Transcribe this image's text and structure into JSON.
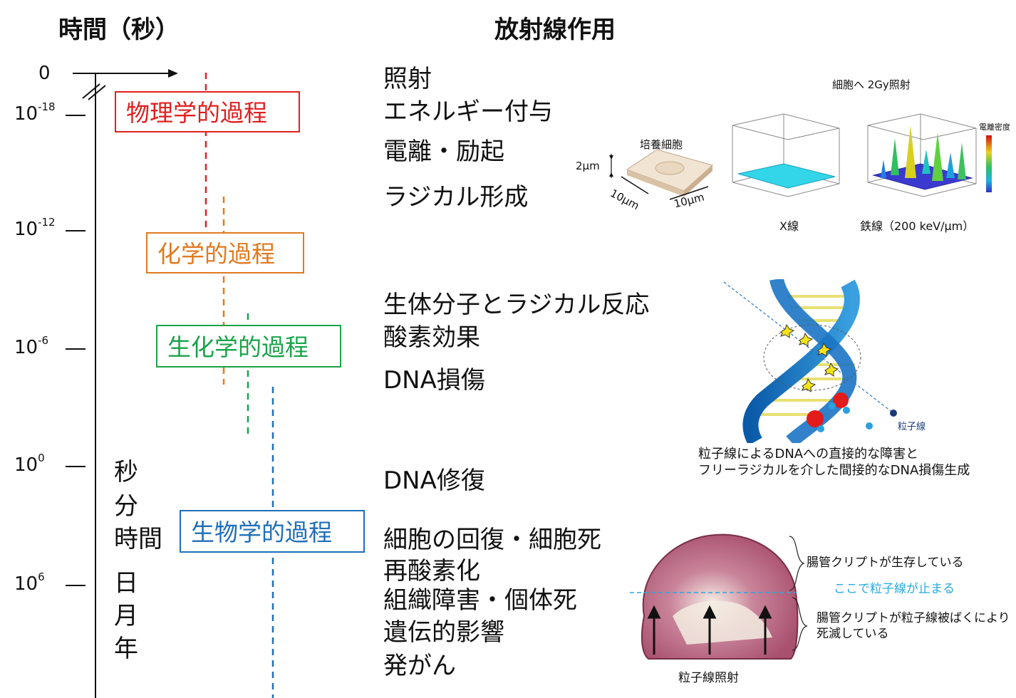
{
  "header": {
    "time_title": "時間（秒）",
    "effect_title": "放射線作用"
  },
  "axis": {
    "zero": "0",
    "ticks": [
      {
        "base": "10",
        "exp": "-18"
      },
      {
        "base": "10",
        "exp": "-12"
      },
      {
        "base": "10",
        "exp": "-6"
      },
      {
        "base": "10",
        "exp": "0"
      },
      {
        "base": "10",
        "exp": "6"
      }
    ],
    "units": [
      "秒",
      "分",
      "時間",
      "日",
      "月",
      "年"
    ]
  },
  "processes": [
    {
      "label": "物理学的過程",
      "color": "#e02020"
    },
    {
      "label": "化学的過程",
      "color": "#e07a20"
    },
    {
      "label": "生化学的過程",
      "color": "#1aa34a"
    },
    {
      "label": "生物学的過程",
      "color": "#1f6fb8"
    }
  ],
  "effects": {
    "g1": [
      "照射",
      "エネルギー付与"
    ],
    "g2": [
      "電離・励起"
    ],
    "g3": [
      "ラジカル形成"
    ],
    "g4": [
      "生体分子とラジカル反応",
      "酸素効果"
    ],
    "g5": [
      "DNA損傷"
    ],
    "g6": [
      "DNA修復"
    ],
    "g7": [
      "細胞の回復・細胞死",
      "再酸素化",
      "組織障害・個体死",
      "遺伝的影響",
      "発がん"
    ]
  },
  "figure1": {
    "title": "細胞へ 2Gy照射",
    "cell_label": "培養細胞",
    "height_label": "2μm",
    "width_label_a": "10μm",
    "width_label_b": "10μm",
    "xray_label": "X線",
    "iron_label": "鉄線（200 keV/μm）",
    "colorbar_label": "電離密度"
  },
  "figure2": {
    "particle_label": "粒子線",
    "caption_line1": "粒子線によるDNAへの直接的な障害と",
    "caption_line2": "フリーラジカルを介した間接的なDNA損傷生成"
  },
  "figure3": {
    "survive_label": "腸管クリプトが生存している",
    "stop_label": "ここで粒子線が止まる",
    "dead_label_1": "腸管クリプトが粒子線被ばくにより",
    "dead_label_2": "死滅している",
    "irradiation_label": "粒子線照射"
  }
}
